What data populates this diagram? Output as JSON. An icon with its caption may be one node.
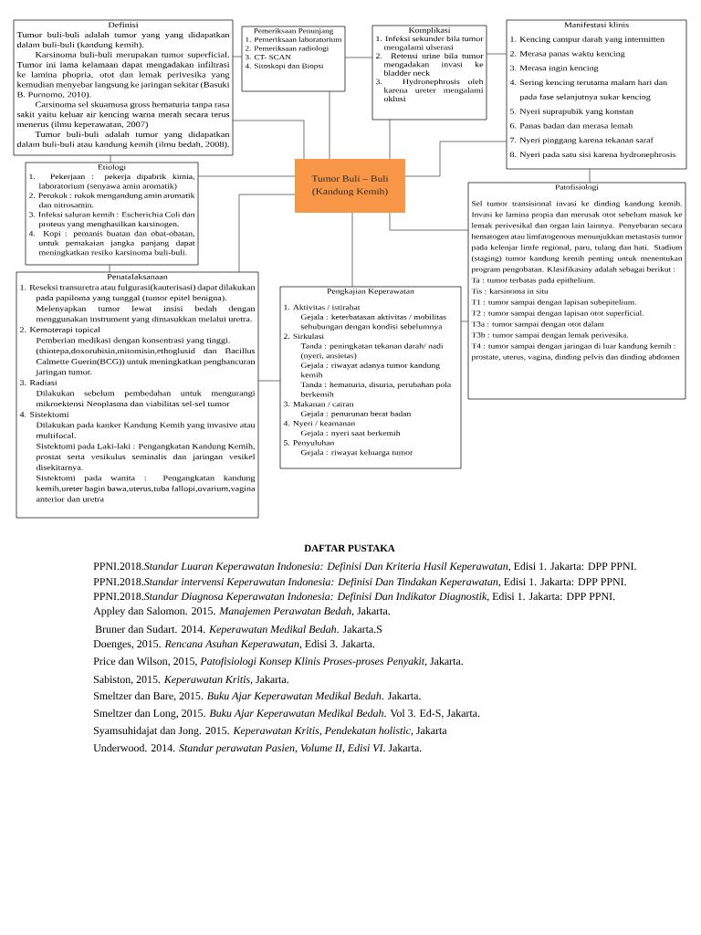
{
  "diagram": {
    "nodes": [
      {
        "text": [
          "Definisi",
          "Tumor buli-buli adalah tumor yang yang didapatkan dalam buli-buli (kandung kemih).",
          "Karsinoma buli-buli merupakan tumor superficial. Tumor ini lama kelamaan dapat mengadakan infiltrasi ke lamina phopria, otot dan lemak perivesika yang kemudian menyebar langsung ke jaringan sekitar (Basuki B. Purnomo, 2010).",
          "Carsinoma sel skuamosa gross hematuria tanpa rasa sakit yaitu keluar air kencing warna merah secara terus menerus (ilmu keperawatan, 2007)",
          "Tumor buli-buli adalah tumor yang didapatkan dalam buli-buli atau kandung kemih (ilmu bedah, 2008)."
        ]
      },
      {
        "text": [
          "Pemeriksaan Penunjang",
          "1. Pemeriksaan laboratorium",
          "2. Pemeriksaan radiologi",
          "3. CT- SCAN",
          "4. Sitoskopi dan Biopsi"
        ]
      },
      {
        "text": [
          "Komplikasi",
          "1. Infeksi sekunder bila tumor mengalami ulserasi",
          "2. Retensi urine bila tumor mengadakan invasi ke bladder neck",
          "3. Hydronephrosis oleh karena ureter mengalami oklusi"
        ]
      },
      {
        "text": [
          "Manifestasi klinis",
          "1. Kencing campur darah yang intermitten",
          "2. Merasa panas waktu kencing",
          "3. Merasa ingin kencing",
          "4. Sering kencing terutama malam hari dan pada fase selanjutnya sukar kencing",
          "5. Nyeri suprapubik yang konstan",
          "6. Panas badan dan merasa lemah",
          "7. Nyeri pinggang karena tekanan saraf",
          "8. Nyeri pada satu sisi karena hydronephrosis"
        ]
      },
      {
        "text": [
          "Tumor Buli – Buli (Kandung Kemih)"
        ]
      },
      {
        "text": [
          "Etiologi",
          "1. Pekerjaan : pekerja dipabrik kimia, laboratorium (senyawa amin aromatik)",
          "2. Perokok : rokok mengandung amin aromatik dan nitrosamin.",
          "3. Infeksi saluran kemih : Escherichia Coli dan proteus yang menghasilkan karsinogen.",
          "4. Kopi : pemanis buatan dan obat-obatan, untuk pemakaian jangka panjang dapat meningkatkan resiko karsinoma buli-buli."
        ]
      },
      {
        "text": [
          "Patofisiologi",
          "Sel tumor transisional invasi ke dinding kandung kemih. Invasi ke lamina propia dan merusak otot sebelum masuk ke lemak perivesikal dan organ lain lainnya. Penyebaran secara hematogen atau limfatogenous menunjukkan metastasis tumor pada kelenjar limfe regional, paru, tulang dan hati. Stadium (staging) tumor kandung kemih penting untuk menentukan program pengobatan. Klasifikasiny adalah sebagai berikut :",
          "Ta : tumor terbatas pada epithelium.",
          "Tis : karsinoma in situ",
          "T1 : tumor sampai dengan lapisan subepitelium.",
          "T2 : tumor sampai dengan lapisan otot superficial.",
          "T3a : tumor sampai dengan otot dalam",
          "T3b : tumor sampai dengan lemak perivesika.",
          "T4 : tumor sampai dengan jaringan di luar kandung kemih : prostate, uterus, vagina, dinding pelvis dan dinding abdomen"
        ]
      },
      {
        "text": [
          "Penatalaksanaan",
          "1. Reseksi transuretra atau fulgurasi(kauterisasi) dapat dilakukan pada papiloma yang tunggal (tumor epitel benigna).",
          "Melenyapkan tumor lewat insisi bedah dengan menggunakan instrument yang dimasukkan melalui uretra.",
          "2. Kemoterapi topical",
          "Pemberian medikasi dengan konsentrasi yang tinggi.",
          "(thiotepa,doxorubisin,mitomisin,ethoglusid dan Bacillus Calmette Guerin(BCG)) untuk meningkatkan penghancuran jaringan tumor.",
          "3. Radiasi",
          "Dilakukan sebelum pembedahan untuk mengurangi mikroektensi Neoplasma dan viabilitas sel-sel tumor",
          "4. Sistektomi",
          "Dilakukan pada kanker Kandung Kemih yang invasive atau multifocal.",
          "Sistektomi pada Laki-laki : Pengangkatan Kandung Kemih, prostat serta vesikulus seminalis dan jaringan vesikel disekitarnya.",
          "Sistektomi pada wanita : Pengangkatan kandung kemih,ureter bagin bawa,uterus,tuba fallopi,ovarium,vagina anterior dan uretra"
        ]
      },
      {
        "text": [
          "Pengkajian Keperawatan",
          "1. Aktivitas / istirahat",
          "Gejala : keterbatasan aktivitas / mobilitas sehubungan dengan kondisi sebelumnya",
          "2. Sirkulasi",
          "Tanda : peningkatan tekanan darah/ nadi (nyeri, ansietas)",
          "Gejala : riwayat adanya tumor kandung kemih",
          "Tanda : hematuria, disuria, perubahan pola berkemih",
          "3. Makanan / cairan",
          "Gejala : penurunan berat badan",
          "4. Nyeri / keamanan",
          "Gejala : nyeri saat berkemih",
          "5. Penyuluhan",
          "Gejala : riwayat keluarga tumor"
        ]
      }
    ],
    "edges": [
      {
        "from": 0,
        "to": 1,
        "arrow": "none"
      },
      {
        "from": 1,
        "to": 2,
        "arrow": "none"
      },
      {
        "from": 2,
        "to": 3,
        "arrow": "none"
      },
      {
        "from": 0,
        "to": 4,
        "arrow": "none"
      },
      {
        "from": 1,
        "to": 4,
        "arrow": "none"
      },
      {
        "from": 2,
        "to": 4,
        "arrow": "none"
      },
      {
        "from": 4,
        "to": 3,
        "arrow": "none"
      },
      {
        "from": 3,
        "to": 6,
        "arrow": "none"
      },
      {
        "from": 4,
        "to": 6,
        "arrow": "none"
      },
      {
        "from": 5,
        "to": 4,
        "arrow": "none"
      },
      {
        "from": 7,
        "to": 4,
        "arrow": "none"
      },
      {
        "from": 0,
        "to": 5,
        "arrow": "none"
      },
      {
        "from": 5,
        "to": 7,
        "arrow": "none"
      },
      {
        "from": 4,
        "to": 8,
        "arrow": "none"
      },
      {
        "from": 8,
        "to": 6,
        "arrow": "none"
      },
      {
        "from": 7,
        "to": 8,
        "arrow": "none"
      }
    ],
    "labels": [
      "DAFTAR PUSTAKA",
      "PPNI.2018.*Standar Luaran Keperawatan Indonesia: Definisi Dan Kriteria Hasil Keperawatan*, Edisi 1. Jakarta: DPP PPNI.",
      "PPNI.2018.*Standar intervensi Keperawatan Indonesia: Definisi Dan Tindakan Keperawatan*, Edisi 1. Jakarta: DPP PPNI.",
      "PPNI.2018.*Standar Diagnosa Keperawatan Indonesia: Definisi Dan Indikator Diagnostik*, Edisi 1. Jakarta: DPP PPNI.",
      "Appley dan Salomon. 2015. *Manajemen Perawatan Bedah*, Jakarta.",
      "Bruner dan Sudart. 2014. *Keperawatan Medikal Bedah*. Jakarta.S",
      "Doenges, 2015. *Rencana Asuhan Keperawatan*, Edisi 3. Jakarta.",
      "Price dan Wilson, 2015, *Patofisiologi Konsep Klinis Proses-proses Penyakit*, Jakarta.",
      "Sabiston, 2015. *Keperawatan Kritis*, Jakarta.",
      "Smeltzer dan Bare, 2015. *Buku Ajar Keperawatan Medikal Bedah*. Jakarta.",
      "Smeltzer dan Long, 2015. *Buku Ajar Keperawatan Medikal Bedah*. Vol 3. Ed-S, Jakarta.",
      "Syamsuhidajat dan Jong. 2015. *Keperawatan Kritis, Pendekatan holistic*, Jakarta",
      "Underwood. 2014. *Standar perawatan Pasien, Volume II, Edisi VI*. Jakarta."
    ]
  }
}
